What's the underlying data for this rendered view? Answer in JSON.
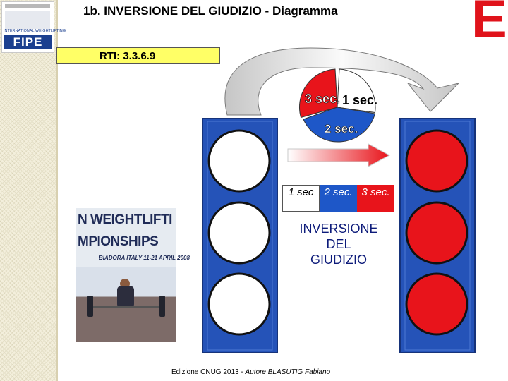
{
  "header": {
    "title": "1b. INVERSIONE DEL GIUDIZIO - Diagramma",
    "corner_letter": "E"
  },
  "logo": {
    "small_text": "INTERNATIONAL WEIGHTLIFTING",
    "word": "FIPE"
  },
  "rti": {
    "label": "RTI: 3.3.6.9"
  },
  "pie": {
    "slices": [
      {
        "label": "3 sec.",
        "color": "#e8141b"
      },
      {
        "label": "1 sec.",
        "color": "#ffffff"
      },
      {
        "label": "2 sec.",
        "color": "#1e57c8"
      }
    ]
  },
  "timeline": {
    "boxes": [
      {
        "label": "1 sec",
        "color": "#ffffff"
      },
      {
        "label": "2 sec.",
        "color": "#1e57c8"
      },
      {
        "label": "3 sec.",
        "color": "#e8141b"
      }
    ]
  },
  "caption": {
    "line1": "INVERSIONE",
    "line2": "DEL",
    "line3": "GIUDIZIO"
  },
  "photo": {
    "banner_line1": "N WEIGHTLIFTI",
    "banner_line2": "MPIONSHIPS",
    "banner_sub": "BIADORA ITALY 11-21 APRIL 2008"
  },
  "lights": {
    "left_color": "#ffffff",
    "right_color": "#e8141b",
    "frame_color": "#2553b8"
  },
  "footer": {
    "prefix": "Edizione CNUG 2013 - ",
    "author": "Autore BLASUTIG Fabiano"
  }
}
